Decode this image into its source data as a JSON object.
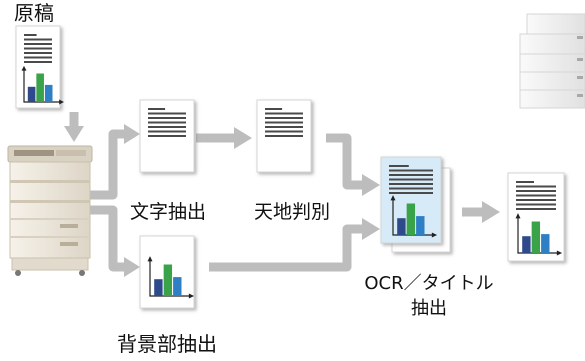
{
  "labels": {
    "source": "原稿",
    "text_extraction": "文字抽出",
    "orientation": "天地判別",
    "ocr_line1": "OCR／タイトル",
    "ocr_line2": "抽出",
    "background_extraction": "背景部抽出"
  },
  "colors": {
    "flow_arrow": "#bdbdbd",
    "doc_fill": "#ffffff",
    "doc_shadow": "#8f8f8f",
    "text_line": "#4a4a4a",
    "bar_dark": "#2e4a8a",
    "bar_green": "#3aa34a",
    "bar_blue": "#2f7fc4",
    "overlay_fill": "#d6ebf7",
    "copier_body": "#ece6da",
    "copier_trim": "#cfc6b4",
    "server_fill": "#f2f2f2"
  }
}
